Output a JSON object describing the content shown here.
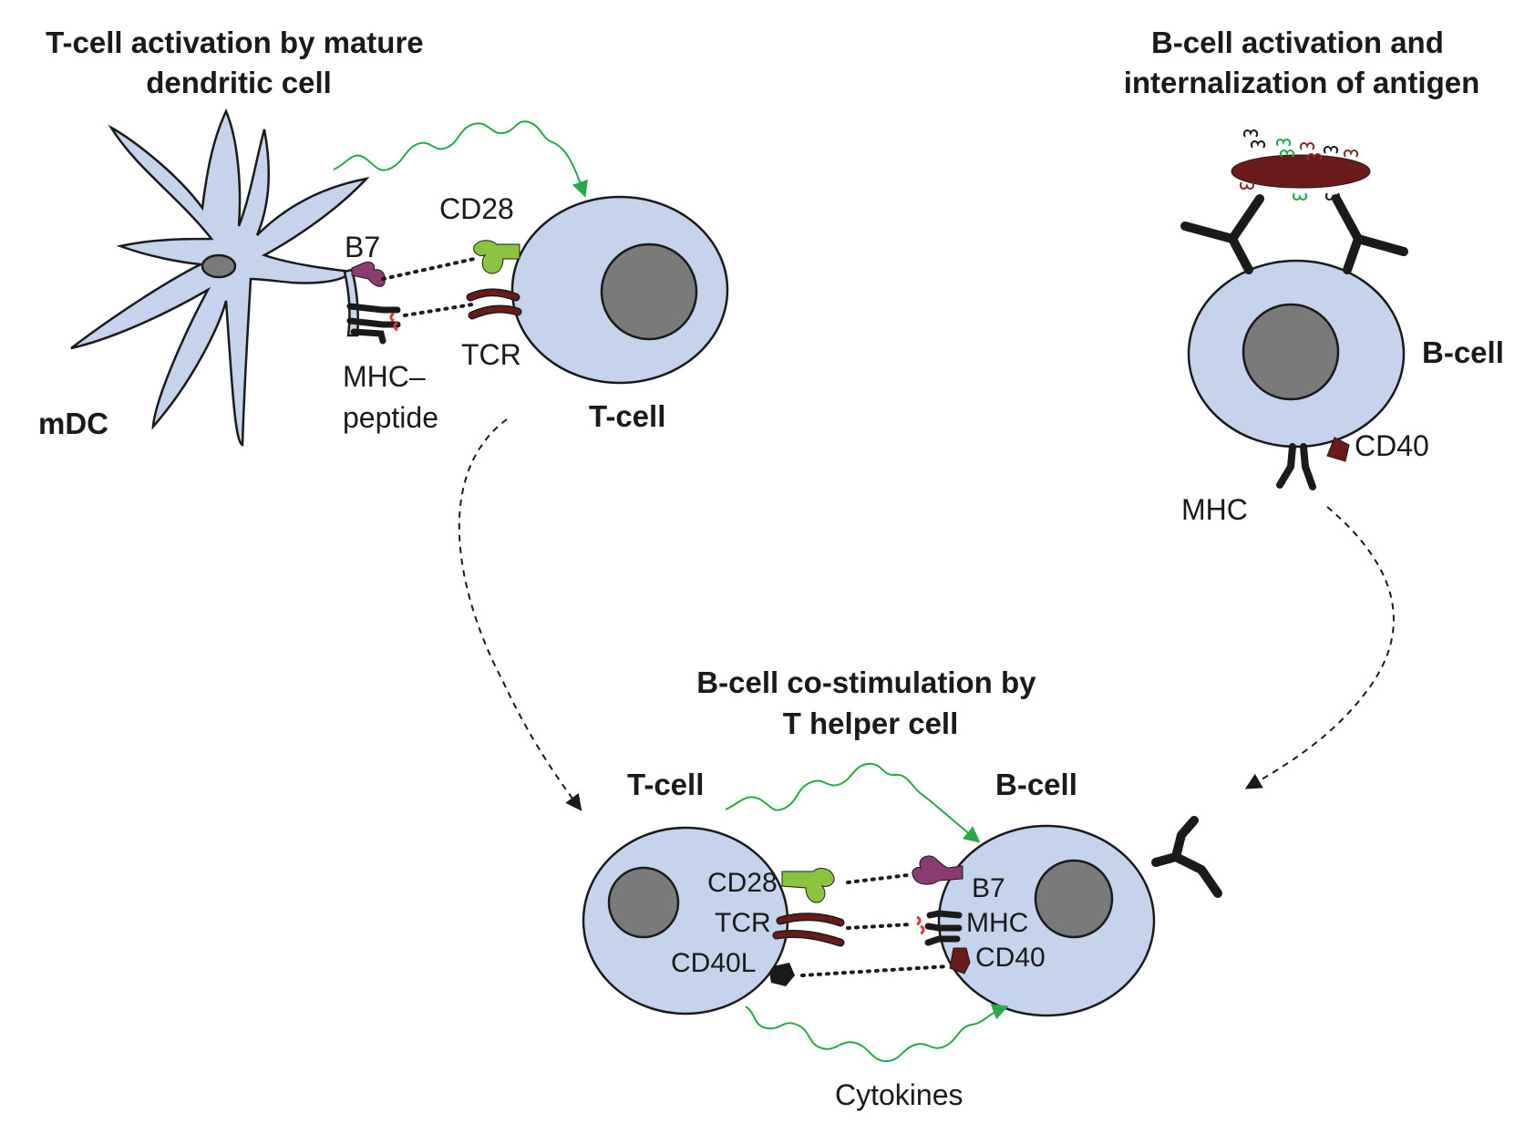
{
  "titles": {
    "t_activation": [
      "T-cell activation by mature",
      "dendritic cell"
    ],
    "b_activation": [
      "B-cell activation and",
      "internalization of antigen"
    ],
    "costimulation": [
      "B-cell co-stimulation by",
      "T helper cell"
    ]
  },
  "labels": {
    "mdc": "mDC",
    "b7_top": "B7",
    "cd28_top": "CD28",
    "tcr_top": "TCR",
    "mhc_peptide_1": "MHC–",
    "mhc_peptide_2": "peptide",
    "tcell_top": "T-cell",
    "bcell_top": "B-cell",
    "cd40_top": "CD40",
    "mhc_top": "MHC",
    "tcell_bottom": "T-cell",
    "bcell_bottom": "B-cell",
    "cd28_bottom": "CD28",
    "tcr_bottom": "TCR",
    "cd40l_bottom": "CD40L",
    "b7_bottom": "B7",
    "mhc_bottom": "MHC",
    "cd40_bottom": "CD40",
    "cytokines": "Cytokines"
  },
  "colors": {
    "cell_fill": "#c5d4ec",
    "nucleus_fill": "#7a7a7a",
    "b7": "#8a3c70",
    "cd28": "#8ac43f",
    "tcr": "#6b1a1a",
    "cd40": "#6b1a1a",
    "signal_arrow": "#27a84a",
    "peptide": "#e0353a"
  }
}
